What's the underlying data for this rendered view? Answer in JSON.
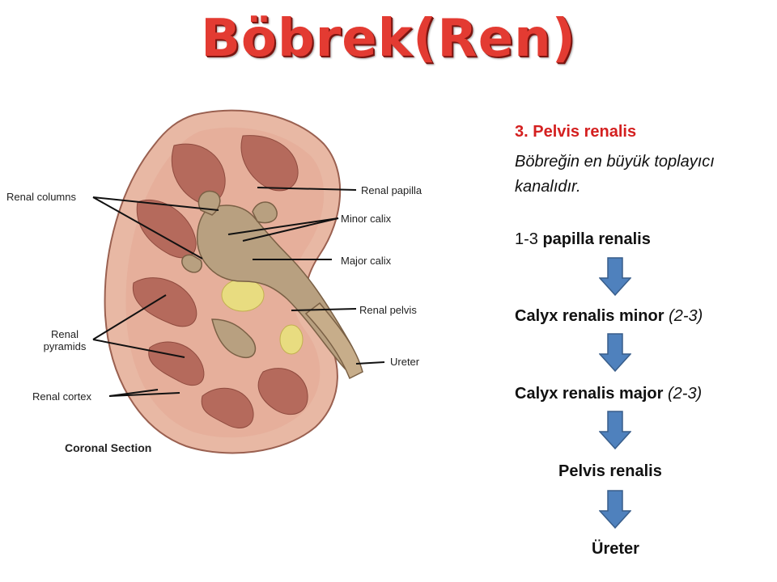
{
  "title": {
    "main": "Böbrek",
    "open": "(",
    "ren": "Ren",
    "close": ")"
  },
  "diagram": {
    "labels": {
      "renal_columns": "Renal columns",
      "renal_papilla": "Renal papilla",
      "minor_calix": "Minor calix",
      "major_calix": "Major calix",
      "renal_pelvis": "Renal pelvis",
      "renal_pyramids_1": "Renal",
      "renal_pyramids_2": "pyramids",
      "ureter": "Ureter",
      "renal_cortex": "Renal cortex"
    },
    "caption": "Coronal Section",
    "colors": {
      "cortex": "#e8b8a4",
      "pyramid": "#b56a5c",
      "calyx": "#b8a080",
      "fat": "#e8dc80"
    }
  },
  "panel": {
    "heading": "3. Pelvis renalis",
    "description": "Böbreğin en büyük toplayıcı kanalıdır.",
    "steps": [
      {
        "prefix": "1-3 ",
        "bold": "papilla renalis",
        "suffix": ""
      },
      {
        "prefix": "",
        "bold": "Calyx renalis minor",
        "suffix": " (2-3)"
      },
      {
        "prefix": "",
        "bold": "Calyx renalis major",
        "suffix": " (2-3)"
      },
      {
        "prefix": "",
        "bold": "Pelvis renalis",
        "suffix": ""
      },
      {
        "prefix": "",
        "bold": "Üreter",
        "suffix": ""
      }
    ],
    "arrow_icon": "down-arrow-icon",
    "arrow_color": "#4f81bd",
    "heading_color": "#d42020"
  }
}
